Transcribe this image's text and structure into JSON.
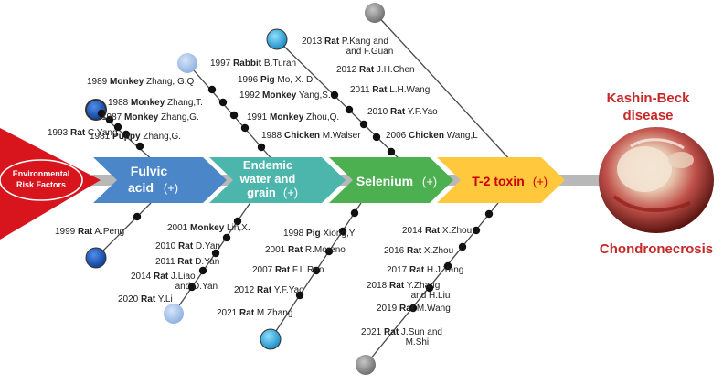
{
  "risk_label": [
    "Environmental",
    "Risk Factors"
  ],
  "factors": [
    {
      "name_lines": [
        "Fulvic",
        "acid"
      ],
      "plus": "(+)",
      "color": "#4a86c8"
    },
    {
      "name_lines": [
        "Endemic",
        "water and",
        "grain"
      ],
      "plus": "(+)",
      "color": "#4db6ac"
    },
    {
      "name_lines": [
        "Selenium"
      ],
      "plus": "(+)",
      "color": "#4caf50"
    },
    {
      "name_lines": [
        "T-2 toxin"
      ],
      "plus": "(+)",
      "color": "#ffc83d",
      "text_color": "#cc0000"
    }
  ],
  "disease": {
    "title_lines": [
      "Kashin-Beck",
      "disease"
    ],
    "subtitle": "Chondronecrosis",
    "color": "#c62828"
  },
  "studies": {
    "fulvic_upper": [
      {
        "year": "1993",
        "species": "Rat",
        "author": "C.Yang"
      },
      {
        "year": "1981",
        "species": "Puppy",
        "author": "Zhang,G."
      },
      {
        "year": "1987",
        "species": "Monkey",
        "author": "Zhang,G."
      },
      {
        "year": "1988",
        "species": "Monkey",
        "author": "Zhang,T."
      },
      {
        "year": "1989",
        "species": "Monkey",
        "author": "Zhang, G.Q"
      }
    ],
    "endemic_upper": [
      {
        "year": "1988",
        "species": "Chicken",
        "author": "M.Walser"
      },
      {
        "year": "1991",
        "species": "Monkey",
        "author": "Zhou,Q."
      },
      {
        "year": "1992",
        "species": "Monkey",
        "author": "Yang,S."
      },
      {
        "year": "1996",
        "species": "Pig",
        "author": "Mo, X. D."
      },
      {
        "year": "1997",
        "species": "Rabbit",
        "author": "B.Turan"
      }
    ],
    "selenium_upper": [
      {
        "year": "2006",
        "species": "Chicken",
        "author": "Wang,L"
      },
      {
        "year": "2010",
        "species": "Rat",
        "author": "Y.F.Yao"
      },
      {
        "year": "2011",
        "species": "Rat",
        "author": "L.H.Wang"
      },
      {
        "year": "2012",
        "species": "Rat",
        "author": "J.H.Chen"
      },
      {
        "year": "2013",
        "species": "Rat",
        "author": "P.Kang and",
        "author_line2": "and F.Guan"
      }
    ],
    "fulvic_lower": [
      {
        "year": "1999",
        "species": "Rat",
        "author": "A.Peng"
      }
    ],
    "endemic_lower": [
      {
        "year": "2001",
        "species": "Monkey",
        "author": "Lin,X."
      },
      {
        "year": "2010",
        "species": "Rat",
        "author": "D.Yan"
      },
      {
        "year": "2011",
        "species": "Rat",
        "author": "D.Yan"
      },
      {
        "year": "2014",
        "species": "Rat",
        "author": "J.Liao",
        "author_line2": "and D.Yan"
      },
      {
        "year": "2020",
        "species": "Rat",
        "author": "Y.Li"
      }
    ],
    "selenium_lower": [
      {
        "year": "1998",
        "species": "Pig",
        "author": "Xiong,Y"
      },
      {
        "year": "2001",
        "species": "Rat",
        "author": "R.Moreno"
      },
      {
        "year": "2007",
        "species": "Rat",
        "author": "F.L.Ren"
      },
      {
        "year": "2012",
        "species": "Rat",
        "author": "Y.F.Yao"
      },
      {
        "year": "2021",
        "species": "Rat",
        "author": "M.Zhang"
      }
    ],
    "t2_lower": [
      {
        "year": "2014",
        "species": "Rat",
        "author": "X.Zhou"
      },
      {
        "year": "2016",
        "species": "Rat",
        "author": "X.Zhou"
      },
      {
        "year": "2017",
        "species": "Rat",
        "author": "H.J.Yang"
      },
      {
        "year": "2018",
        "species": "Rat",
        "author": "Y.Zhang",
        "author_line2": "and H.Liu"
      },
      {
        "year": "2019",
        "species": "Rat",
        "author": "M.Wang"
      },
      {
        "year": "2021",
        "species": "Rat",
        "author": "J.Sun and",
        "author_line2": "M.Shi"
      }
    ]
  },
  "colors": {
    "risk_red": "#d8141c",
    "spine": "#b8b8b8",
    "dot": "#111111",
    "ball_dark_blue": "#1e5bbf",
    "ball_light_blue": "#a9c4ea",
    "ball_cyan": "#2ba8d8",
    "ball_gray": "#8a8a8a"
  },
  "image_icon": "cartilage-photo"
}
